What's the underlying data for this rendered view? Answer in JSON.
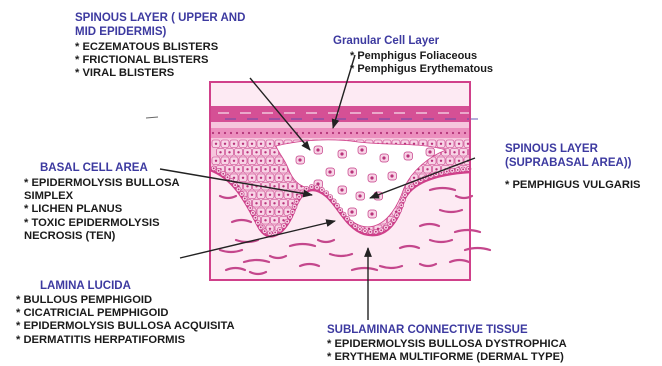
{
  "colors": {
    "frame": "#d0408a",
    "stratum_corneum": "#d55095",
    "granular_band": "#ec8fbe",
    "epidermis": "#f6c6dd",
    "dermis": "#fdeaf3",
    "cell_fill": "#f8d4e6",
    "cell_edge": "#c43a85",
    "nucleus": "#b8327a",
    "fiber": "#c4478c",
    "arrow": "#222222",
    "heading_text": "#3d3aa0",
    "body_text": "#1b1b1b"
  },
  "annotations": {
    "spinous_upper": {
      "heading": [
        "SPINOUS LAYER ( UPPER AND",
        "MID EPIDERMIS)"
      ],
      "items": [
        "* ECZEMATOUS BLISTERS",
        "* FRICTIONAL BLISTERS",
        "* VIRAL BLISTERS"
      ]
    },
    "granular": {
      "heading": [
        "Granular Cell Layer"
      ],
      "items": [
        "* Pemphigus Foliaceous",
        "* Pemphigus Erythematous"
      ]
    },
    "spinous_suprabasal": {
      "heading": [
        "SPINOUS LAYER",
        "(SUPRABASAL AREA))"
      ],
      "items": [
        "* PEMPHIGUS VULGARIS"
      ]
    },
    "basal": {
      "heading": [
        "BASAL CELL AREA"
      ],
      "items": [
        "* EPIDERMOLYSIS BULLOSA",
        "SIMPLEX",
        "* LICHEN PLANUS",
        "* TOXIC EPIDERMOLYSIS",
        "NECROSIS (TEN)"
      ]
    },
    "lamina_lucida": {
      "heading": [
        "LAMINA LUCIDA"
      ],
      "items": [
        "* BULLOUS PEMPHIGOID",
        "* CICATRICIAL PEMPHIGOID",
        "* EPIDERMOLYSIS BULLOSA ACQUISITA",
        "* DERMATITIS HERPATIFORMIS"
      ]
    },
    "sublaminar": {
      "heading": [
        "SUBLAMINAR CONNECTIVE TISSUE"
      ],
      "items": [
        "* EPIDERMOLYSIS BULLOSA DYSTROPHICA",
        "* ERYTHEMA MULTIFORME (DERMAL TYPE)"
      ]
    }
  }
}
